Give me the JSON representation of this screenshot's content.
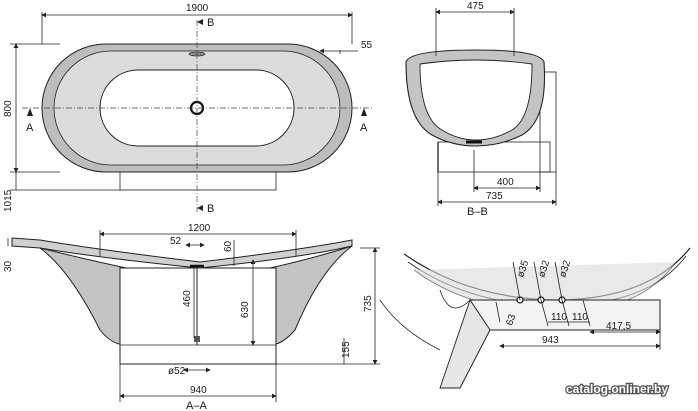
{
  "top_view": {
    "overall_length": "1900",
    "overall_width": "800",
    "rim_offset": "55",
    "base_height": "1015",
    "section_b_top": "B",
    "section_b_bottom": "B",
    "section_a_left": "A",
    "section_a_right": "A"
  },
  "section_b": {
    "top_width": "475",
    "inner_width": "400",
    "total_width": "735",
    "caption": "B–B"
  },
  "section_a": {
    "rim_thickness": "30",
    "inner_length": "1200",
    "drain_offset": "52",
    "drain_height": "60",
    "depth_460": "460",
    "depth_630": "630",
    "total_height": "735",
    "foot_height": "155",
    "drain_diameter": "ø52",
    "base_length": "940",
    "caption": "A–A"
  },
  "iso_view": {
    "hole_35": "ø35",
    "hole_32a": "ø32",
    "hole_32b": "ø32",
    "dim_63": "63",
    "dim_110a": "110",
    "dim_110b": "110",
    "dim_417": "417,5",
    "dim_943": "943"
  },
  "watermark": "catalog.onliner.by"
}
